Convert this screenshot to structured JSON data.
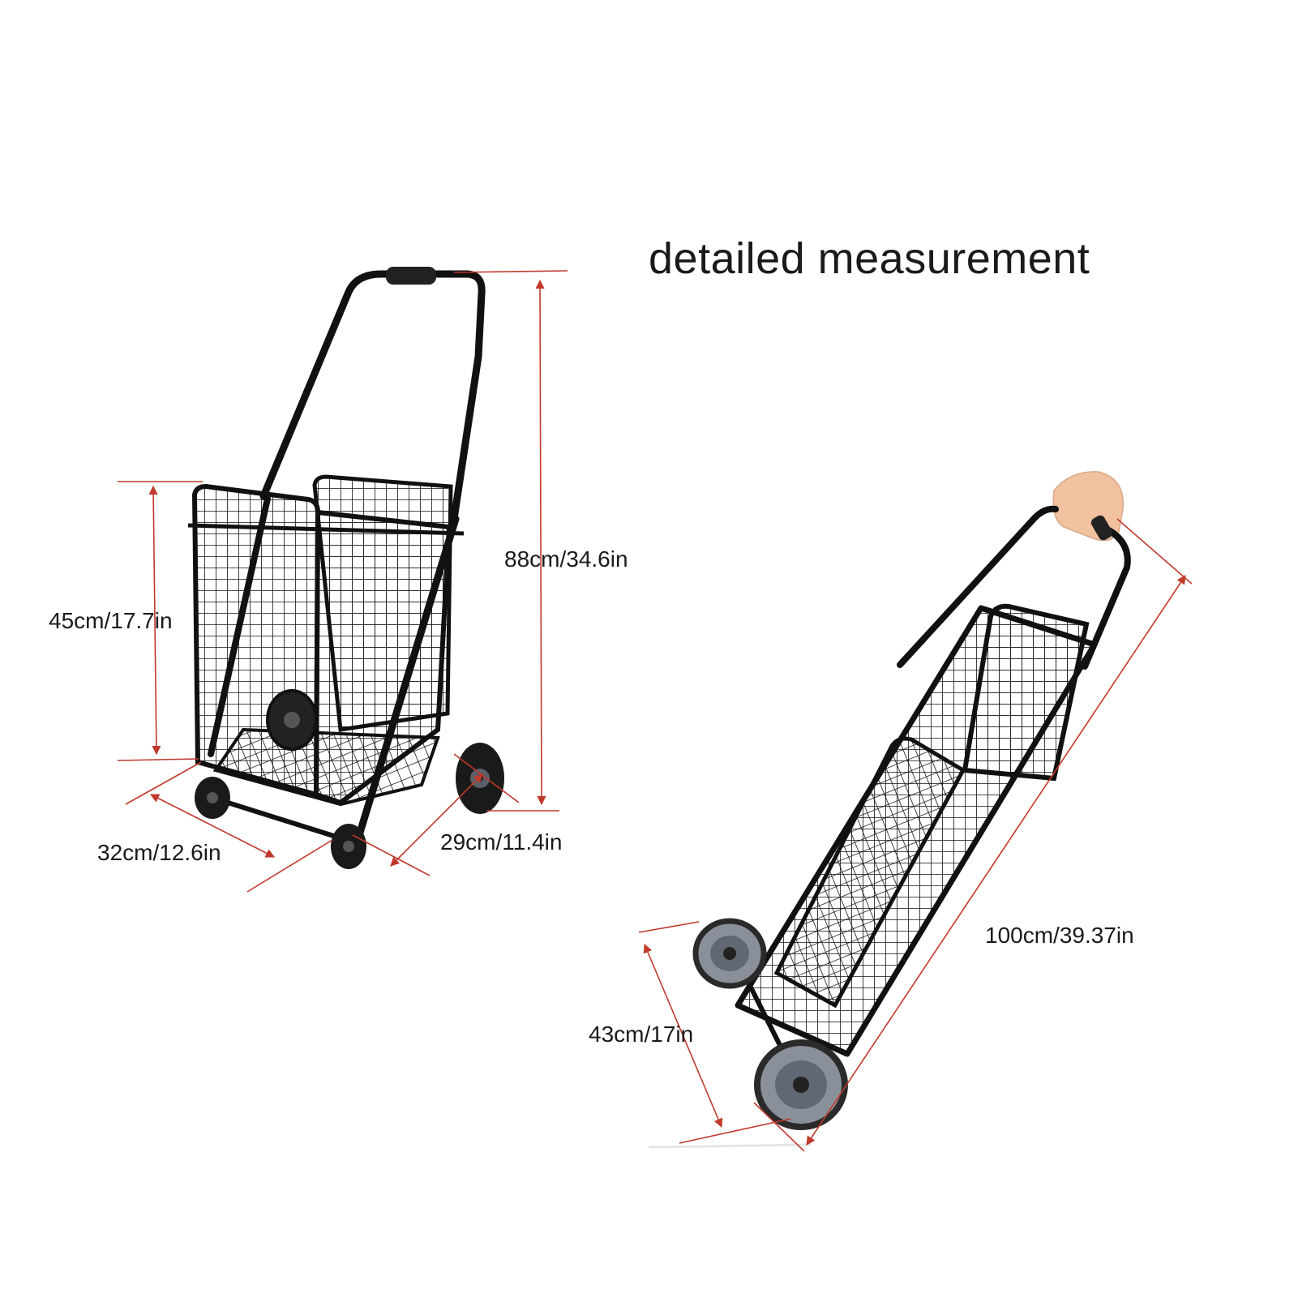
{
  "title": "detailed measurement",
  "colors": {
    "dimension_line": "#c0392b",
    "frame": "#111111",
    "wheel": "#6b7480",
    "hand": "#f2c2a0"
  },
  "dimensions": {
    "upright_basket_height": "45cm/17.7in",
    "upright_total_height": "88cm/34.6in",
    "upright_width": "32cm/12.6in",
    "upright_depth": "29cm/11.4in",
    "folded_length": "100cm/39.37in",
    "folded_width": "43cm/17in"
  }
}
